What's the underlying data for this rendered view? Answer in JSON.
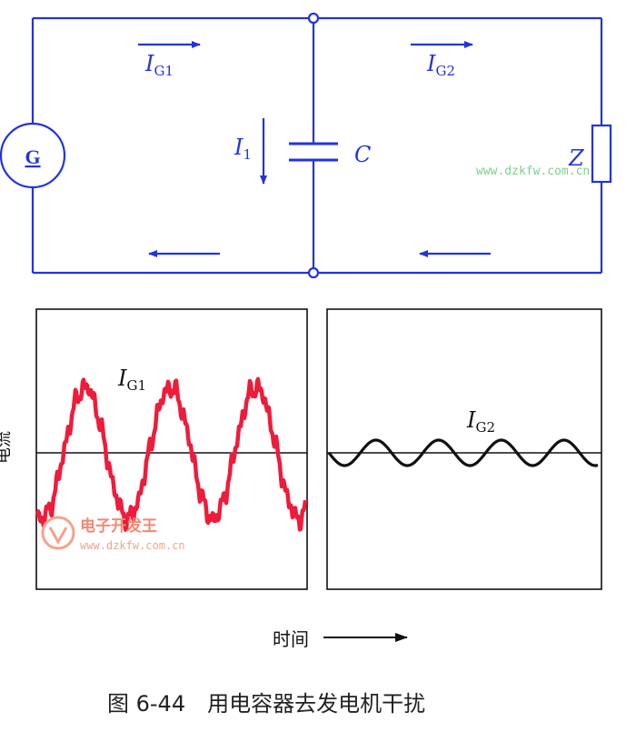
{
  "circuit": {
    "generator_label": "G",
    "current_g1": {
      "symbol": "I",
      "subscript": "G1"
    },
    "current_g2": {
      "symbol": "I",
      "subscript": "G2"
    },
    "current_c": {
      "symbol": "I",
      "subscript": "1"
    },
    "capacitor_label": "C",
    "load_label": "Z",
    "watermark": "www.dzkfw.com.cn",
    "wire_color": "#2233dd"
  },
  "waveforms": {
    "left_label": {
      "symbol": "I",
      "subscript": "G1"
    },
    "right_label": {
      "symbol": "I",
      "subscript": "G2"
    },
    "left_color": "#ee1c3a",
    "right_color": "#111111",
    "y_axis_label": "电流",
    "x_axis_label": "时间",
    "logo_text": "电子开发王",
    "logo_url": "www.dzkfw.com.cn"
  },
  "caption": {
    "figure_number": "图 6-44",
    "title": "用电容器去发电机干扰"
  }
}
